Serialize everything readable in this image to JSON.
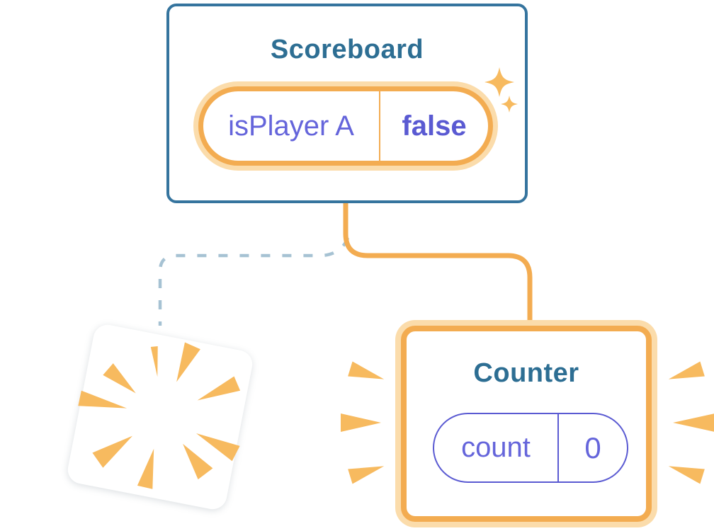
{
  "diagram": {
    "scoreboard": {
      "title": "Scoreboard",
      "state_key": "isPlayer A",
      "state_value": "false"
    },
    "counter": {
      "title": "Counter",
      "state_key": "count",
      "state_value": "0"
    }
  },
  "icons": {
    "sparkles": "sparkles-icon",
    "burst": "burst-icon"
  },
  "colors": {
    "teal_border": "#35749E",
    "teal_text": "#2D6E93",
    "purple": "#6565DB",
    "purple_dark": "#5A5AD2",
    "orange": "#F3AC51",
    "orange_light": "#FBDCAB",
    "orange_burst": "#F7BA5F",
    "dashed_blue": "#A6C2D3",
    "card_bg": "#FFFFFF"
  }
}
